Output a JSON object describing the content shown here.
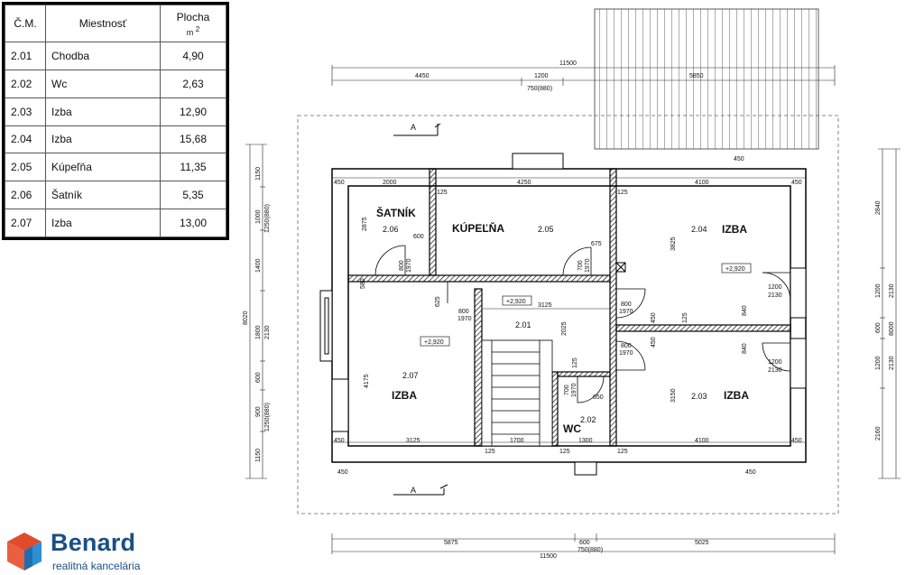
{
  "table": {
    "headers": {
      "no": "Č.M.",
      "name": "Miestnosť",
      "area": "Plocha",
      "unit": "m",
      "unit_exp": "2"
    },
    "rows": [
      {
        "no": "2.01",
        "name": "Chodba",
        "area": "4,90"
      },
      {
        "no": "2.02",
        "name": "Wc",
        "area": "2,63"
      },
      {
        "no": "2.03",
        "name": "Izba",
        "area": "12,90"
      },
      {
        "no": "2.04",
        "name": "Izba",
        "area": "15,68"
      },
      {
        "no": "2.05",
        "name": "Kúpeľňa",
        "area": "11,35"
      },
      {
        "no": "2.06",
        "name": "Šatník",
        "area": "5,35"
      },
      {
        "no": "2.07",
        "name": "Izba",
        "area": "13,00"
      }
    ]
  },
  "plan": {
    "rooms": {
      "r206": {
        "num": "2.06",
        "name": "ŠATNÍK"
      },
      "r205": {
        "num": "2.05",
        "name": "KÚPEĽŇA"
      },
      "r204": {
        "num": "2.04",
        "name": "IZBA"
      },
      "r201": {
        "num": "2.01"
      },
      "r207": {
        "num": "2.07",
        "name": "IZBA"
      },
      "r202": {
        "num": "2.02",
        "name": "WC"
      },
      "r203": {
        "num": "2.03",
        "name": "IZBA"
      }
    },
    "levels": {
      "l1": "+2,920",
      "l2": "+2,920",
      "l3": "+2,920"
    },
    "section": "A",
    "dims_top": {
      "overall": "11500",
      "d1": "4450",
      "d2": "1200",
      "d3": "750(880)",
      "d4": "5850"
    },
    "dims_bottom": {
      "d1": "5875",
      "d2": "600",
      "d3": "750(880)",
      "d4": "5025",
      "overall": "11500"
    },
    "dims_inner": {
      "t1": "450",
      "t2": "2000",
      "t3": "125",
      "t4": "4250",
      "t5": "125",
      "t6": "4100",
      "t7": "450",
      "t8": "450",
      "b1": "450",
      "b2": "3125",
      "b3": "125",
      "b4": "1700",
      "b5": "125",
      "b6": "1300",
      "b7": "125",
      "b8": "4100",
      "b9": "450",
      "b10": "450",
      "b11": "450",
      "c1": "3125",
      "c2": "2025",
      "c3": "125",
      "r206h": "2875",
      "r204h": "3825",
      "r203h": "3150",
      "r207h": "4175",
      "door1w": "800",
      "door1h": "1970",
      "door1o": "600",
      "door2w": "700",
      "door2h": "1970",
      "door2o": "675",
      "door3w": "800",
      "door3h": "1970",
      "door4w": "800",
      "door4h": "1970",
      "door5w": "800",
      "door5h": "1970",
      "door6w": "700",
      "door6h": "1970",
      "door6o": "650",
      "c625": "625",
      "p450a": "450",
      "p450b": "450",
      "win1w": "1200",
      "win1h": "2130",
      "win2w": "1200",
      "win2h": "2130",
      "p840a": "840",
      "p840b": "840",
      "p580": "580"
    },
    "dims_left": {
      "overall": "8020",
      "l1": "1150",
      "l2": "1000",
      "l3": "1250(880)",
      "l4": "1400",
      "l5": "1800",
      "l6": "2130",
      "l7": "600",
      "l8": "900",
      "l9": "1250(880)",
      "l10": "1150"
    },
    "dims_right": {
      "overall": "8000",
      "r1": "2840",
      "r2": "1200",
      "r3": "2130",
      "r4": "600",
      "r5": "1200",
      "r6": "2130",
      "r7": "2160"
    }
  },
  "logo": {
    "brand": "Benard",
    "tagline": "realitná kancelária"
  },
  "colors": {
    "brand_blue": "#1a4f87",
    "logo_red": "#e04b2b",
    "logo_blue": "#2f8fd4"
  }
}
